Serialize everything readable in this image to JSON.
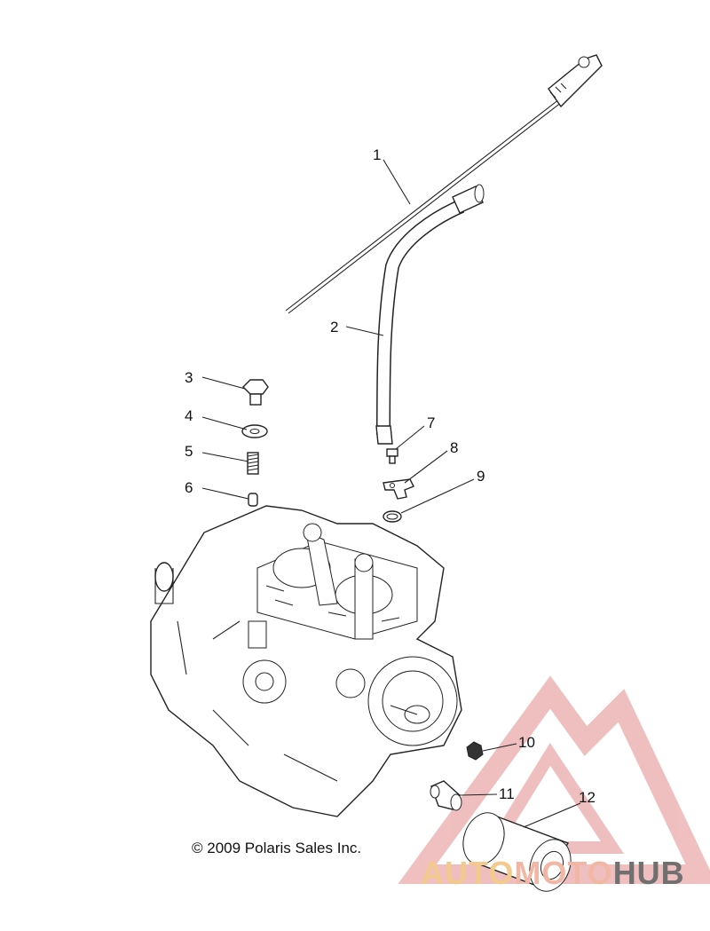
{
  "diagram": {
    "callouts": [
      {
        "id": "1",
        "label": "1"
      },
      {
        "id": "2",
        "label": "2"
      },
      {
        "id": "3",
        "label": "3"
      },
      {
        "id": "4",
        "label": "4"
      },
      {
        "id": "5",
        "label": "5"
      },
      {
        "id": "6",
        "label": "6"
      },
      {
        "id": "7",
        "label": "7"
      },
      {
        "id": "8",
        "label": "8"
      },
      {
        "id": "9",
        "label": "9"
      },
      {
        "id": "10",
        "label": "10"
      },
      {
        "id": "11",
        "label": "11"
      },
      {
        "id": "12",
        "label": "12"
      }
    ],
    "copyright": "© 2009 Polaris Sales Inc."
  },
  "watermark": {
    "brand_part1": "AUTO",
    "brand_part2": "MOTO",
    "brand_part3": "HUB",
    "colors": {
      "triangle": "#e8a0a0",
      "auto": "#f3c98d",
      "moto": "#f2b7a4",
      "hub": "#707070"
    }
  }
}
